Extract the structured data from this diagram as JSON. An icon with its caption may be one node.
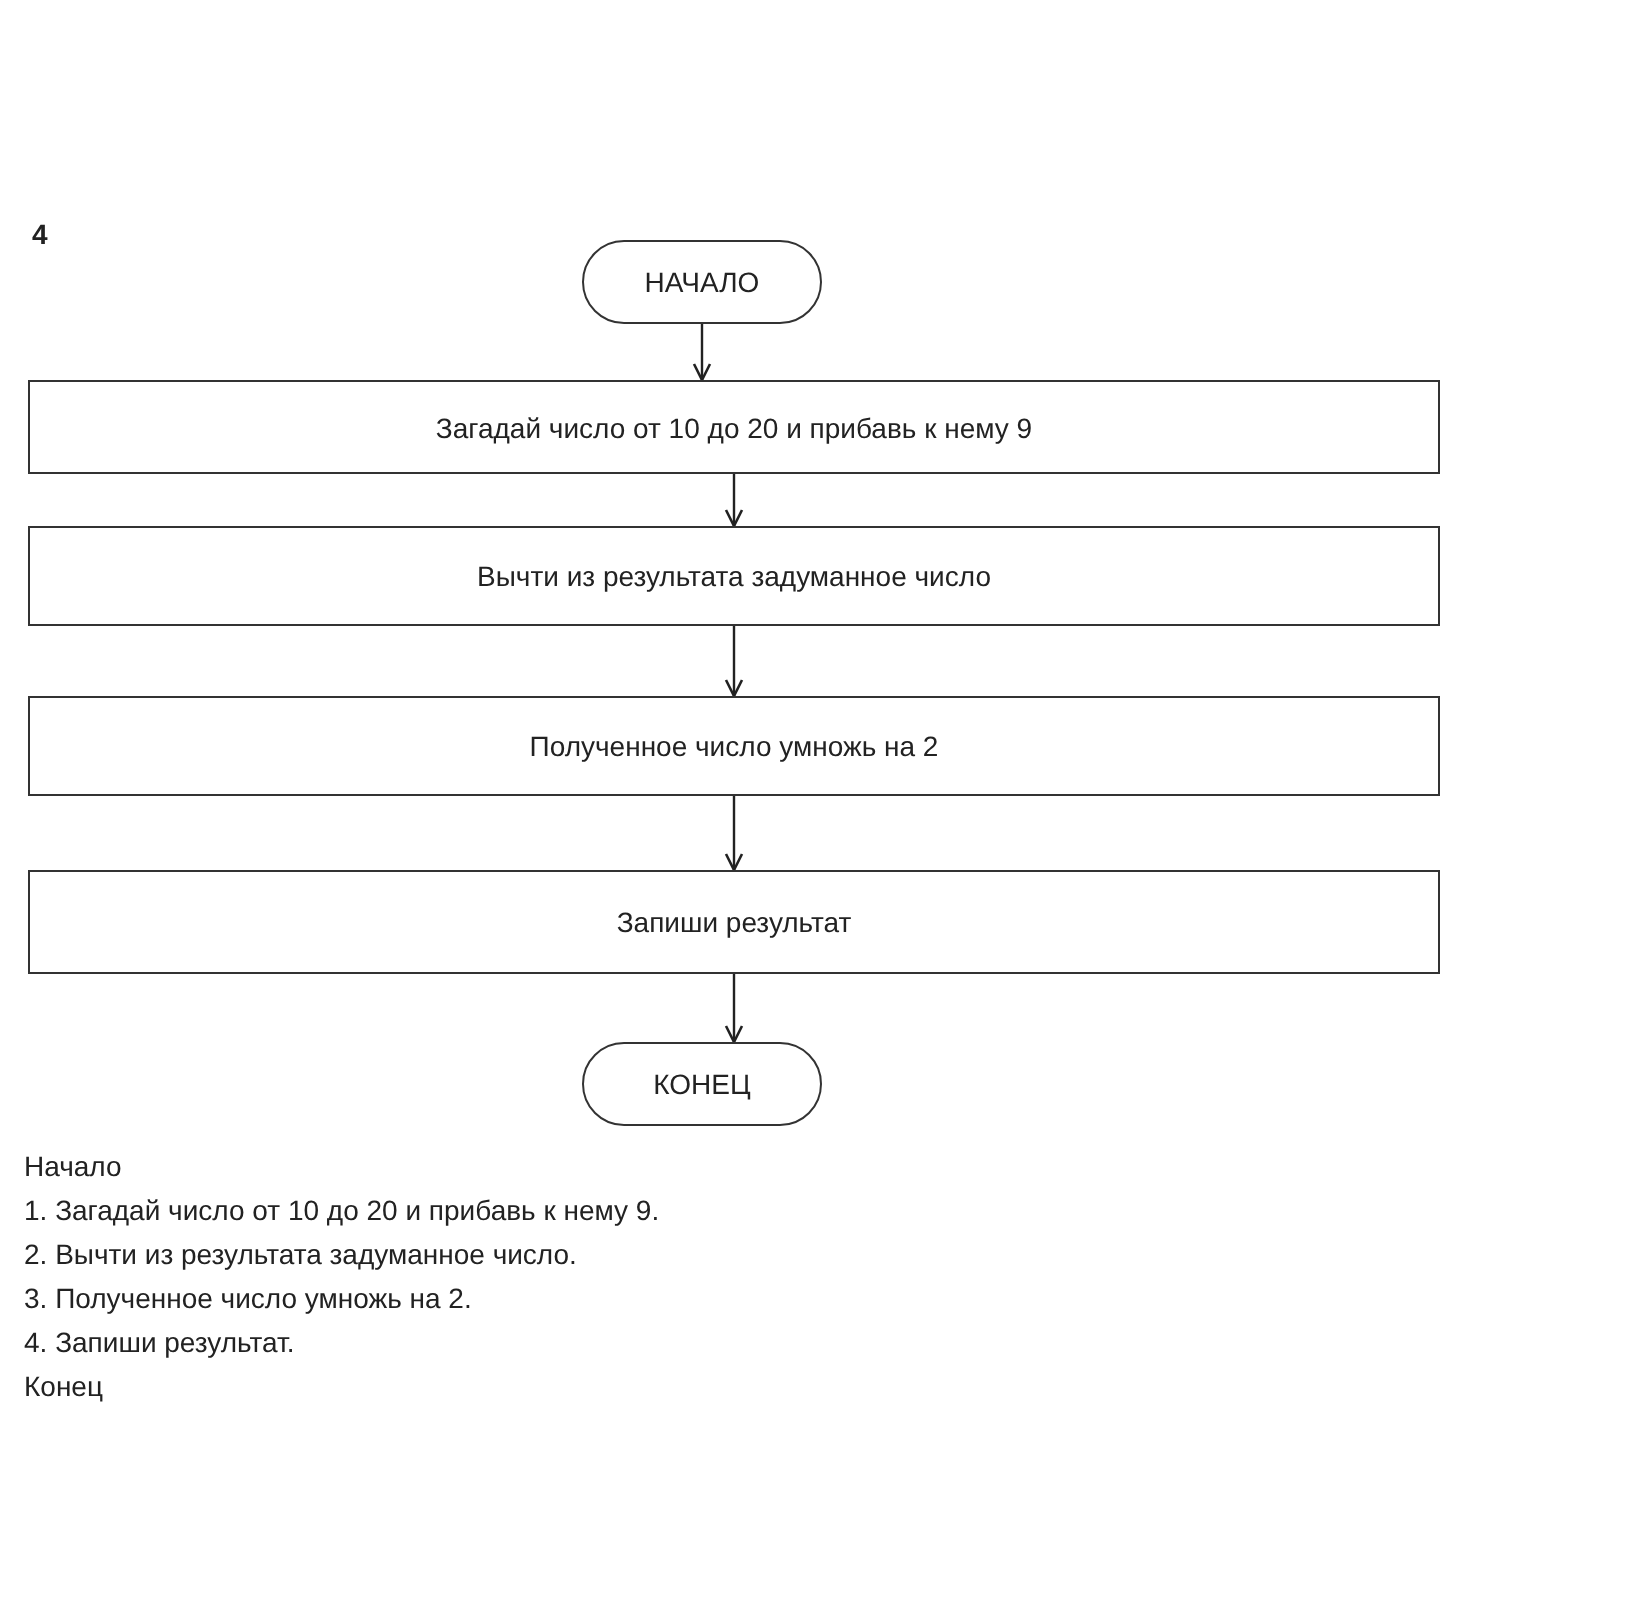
{
  "diagram": {
    "nodes": [
      {
        "text": [
          "НАЧАЛО"
        ]
      },
      {
        "text": [
          "Загадай число от 10 до 20 и прибавь к нему 9"
        ]
      },
      {
        "text": [
          "Вычти из результата задуманное число"
        ]
      },
      {
        "text": [
          "Полученное число умножь на 2"
        ]
      },
      {
        "text": [
          "Запиши результат"
        ]
      },
      {
        "text": [
          "КОНЕЦ"
        ]
      }
    ],
    "edges": [
      {
        "from": 0,
        "to": 1,
        "arrow": "to"
      },
      {
        "from": 1,
        "to": 2,
        "arrow": "to"
      },
      {
        "from": 2,
        "to": 3,
        "arrow": "to"
      },
      {
        "from": 3,
        "to": 4,
        "arrow": "to"
      },
      {
        "from": 4,
        "to": 5,
        "arrow": "to"
      }
    ],
    "labels": [
      "4",
      "Начало",
      "1. Загадай число от 10 до 20 и прибавь к нему 9.",
      "2. Вычти из результата задуманное число.",
      "3. Полученное число умножь на 2.",
      "4. Запиши результат.",
      "Конец"
    ]
  }
}
